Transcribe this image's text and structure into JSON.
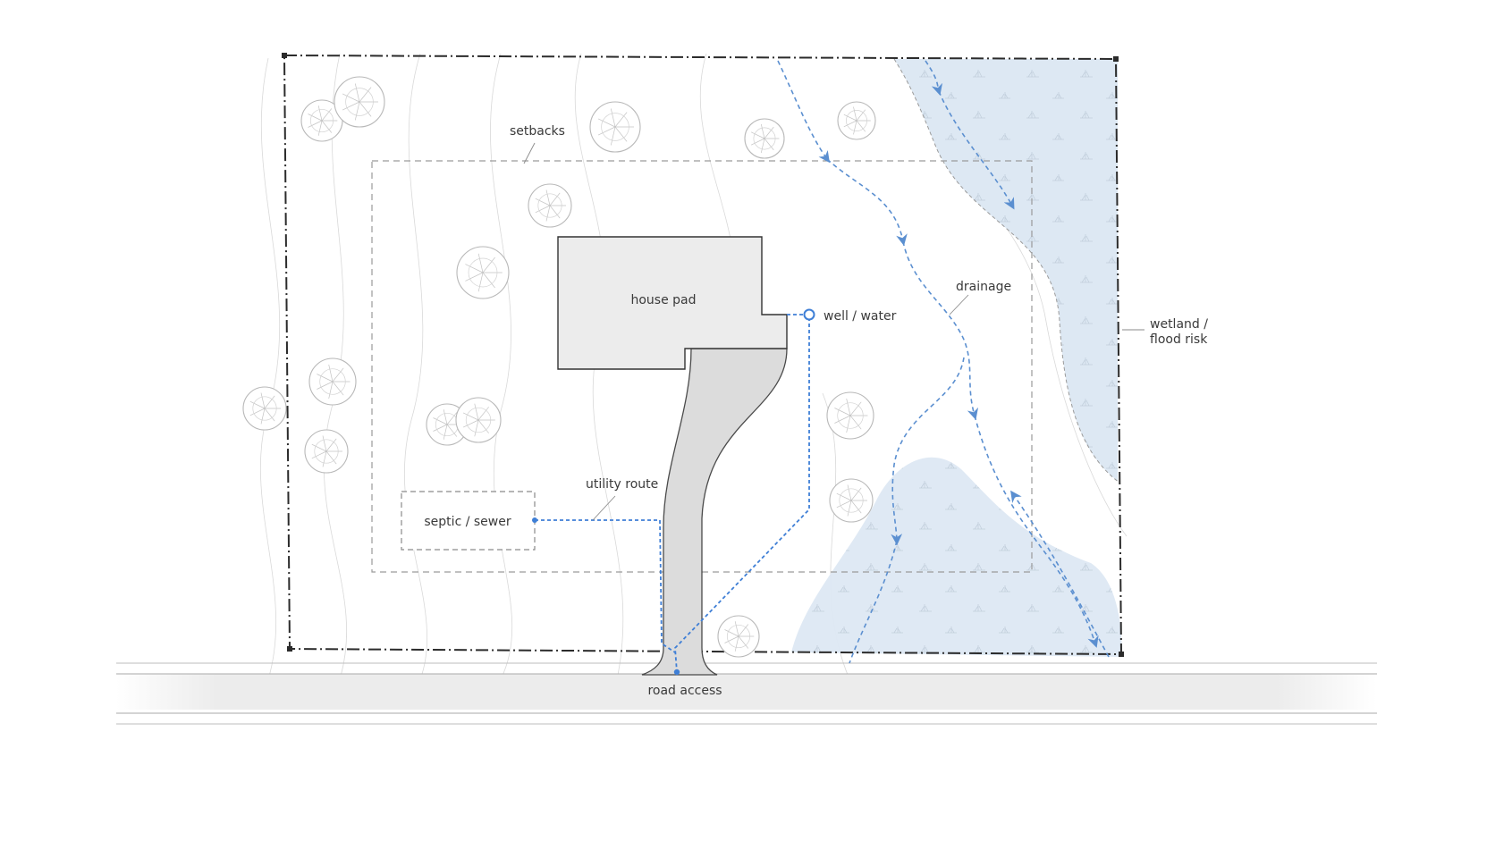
{
  "labels": {
    "setbacks": "setbacks",
    "house_pad": "house pad",
    "well": "well / water",
    "drainage": "drainage",
    "wetland_line1": "wetland /",
    "wetland_line2": "flood risk",
    "utility_route": "utility route",
    "septic": "septic / sewer",
    "road_access": "road access"
  },
  "colors": {
    "wetland_fill": "#dde8f3",
    "drainage_flow": "#5b8fd0",
    "utility_line": "#3f7fd6",
    "property_line": "#2b2b2b",
    "house_fill": "#ececec",
    "driveway_fill": "#dcdcdc",
    "road_fill": "#eeeeee"
  },
  "icons": {
    "tree": "tree-icon",
    "well": "well-marker-icon",
    "flow_arrow": "arrowhead-icon"
  }
}
